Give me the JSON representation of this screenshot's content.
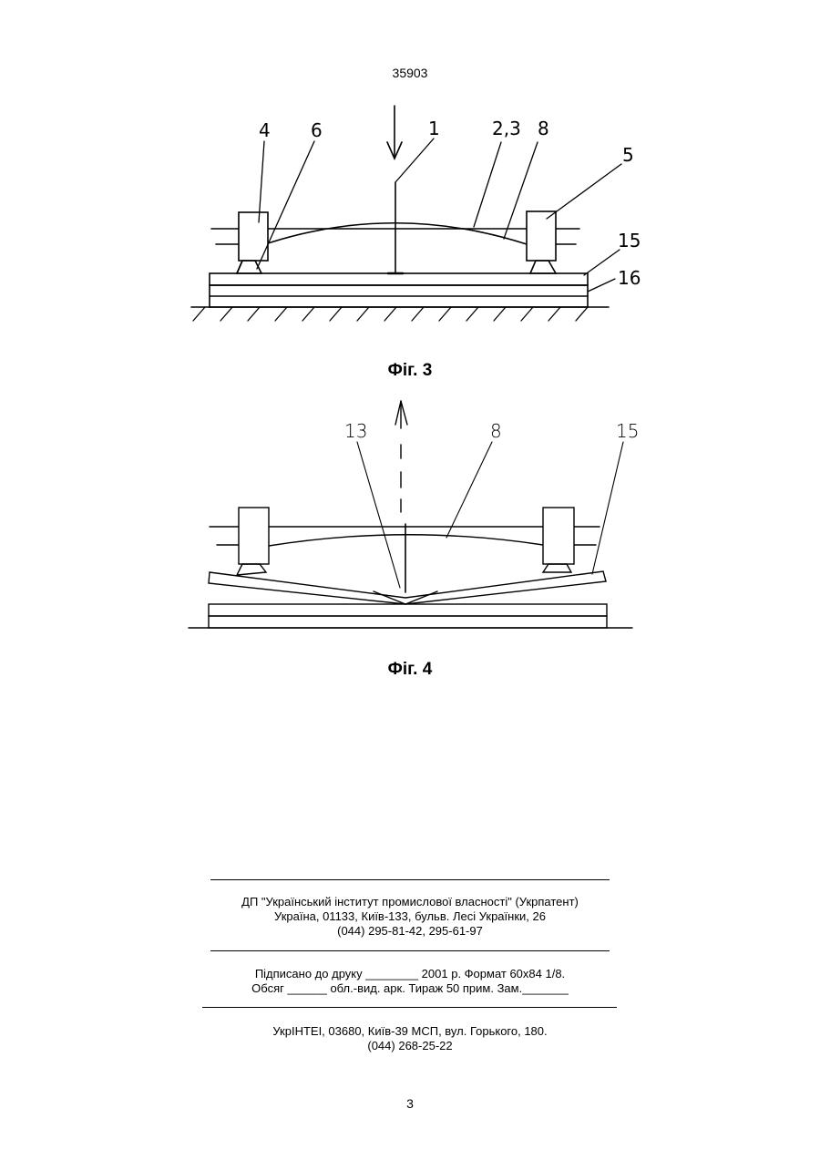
{
  "header": {
    "patent_number": "35903"
  },
  "figure3": {
    "caption": "Фіг. 3",
    "labels": {
      "l1": "1",
      "l23": "2,3",
      "l8": "8",
      "l4": "4",
      "l6": "6",
      "l5": "5",
      "l15": "15",
      "l16": "16"
    }
  },
  "figure4": {
    "caption": "Фіг. 4",
    "labels": {
      "l13": "13",
      "l8": "8",
      "l15": "15"
    }
  },
  "imprint": {
    "publisher_line1": "ДП \"Український інститут промислової власності\" (Укрпатент)",
    "publisher_line2": "Україна, 01133, Київ-133, бульв. Лесі Українки, 26",
    "publisher_line3": "(044) 295-81-42, 295-61-97",
    "print_line1": "Підписано до друку ________ 2001 р.    Формат 60х84 1/8.",
    "print_line2": "Обсяг ______ обл.-вид. арк.  Тираж 50 прим.    Зам._______",
    "printer_line1": "УкрІНТЕІ, 03680, Київ-39 МСП, вул. Горького, 180.",
    "printer_line2": "(044) 268-25-22"
  },
  "footer": {
    "page_number": "3"
  }
}
